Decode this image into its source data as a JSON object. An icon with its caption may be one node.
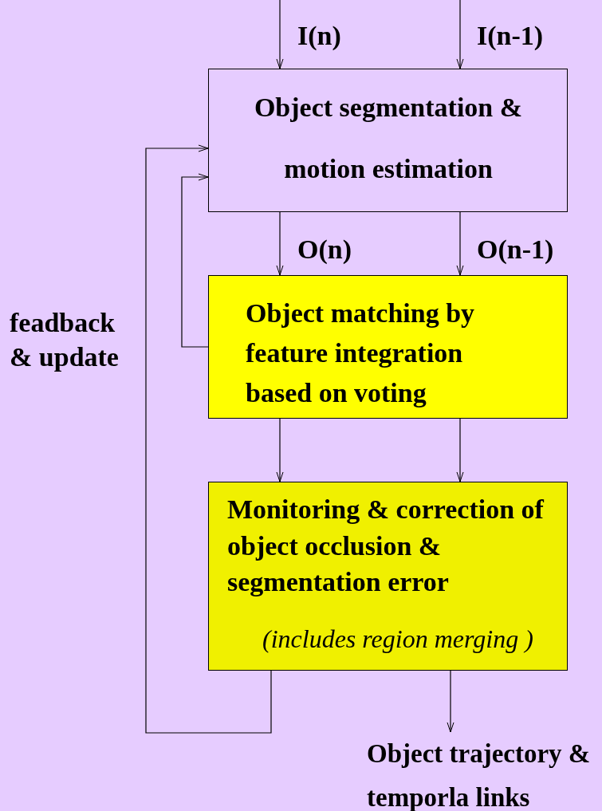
{
  "diagram": {
    "nodes": [
      {
        "text": [
          "Object segmentation & motion estimation"
        ]
      },
      {
        "text": [
          "Object matching by feature integration based on voting"
        ]
      },
      {
        "text": [
          "Monitoring & correction of object occlusion & segmentation error",
          "(includes region merging )"
        ]
      },
      {
        "text": [
          "Object trajectory & temporla links"
        ]
      }
    ],
    "edges": [
      {
        "from": null,
        "to": 0,
        "arrow": "to",
        "label": "I(n)"
      },
      {
        "from": null,
        "to": 0,
        "arrow": "to",
        "label": "I(n-1)"
      },
      {
        "from": 0,
        "to": 1,
        "arrow": "to",
        "label": "O(n)"
      },
      {
        "from": 0,
        "to": 1,
        "arrow": "to",
        "label": "O(n-1)"
      },
      {
        "from": 1,
        "to": 2,
        "arrow": "to"
      },
      {
        "from": 1,
        "to": 2,
        "arrow": "to"
      },
      {
        "from": 2,
        "to": 3,
        "arrow": "to"
      },
      {
        "from": 2,
        "to": 0,
        "arrow": "to",
        "label": "feadback & update"
      },
      {
        "from": 1,
        "to": 0,
        "arrow": "to"
      }
    ]
  }
}
